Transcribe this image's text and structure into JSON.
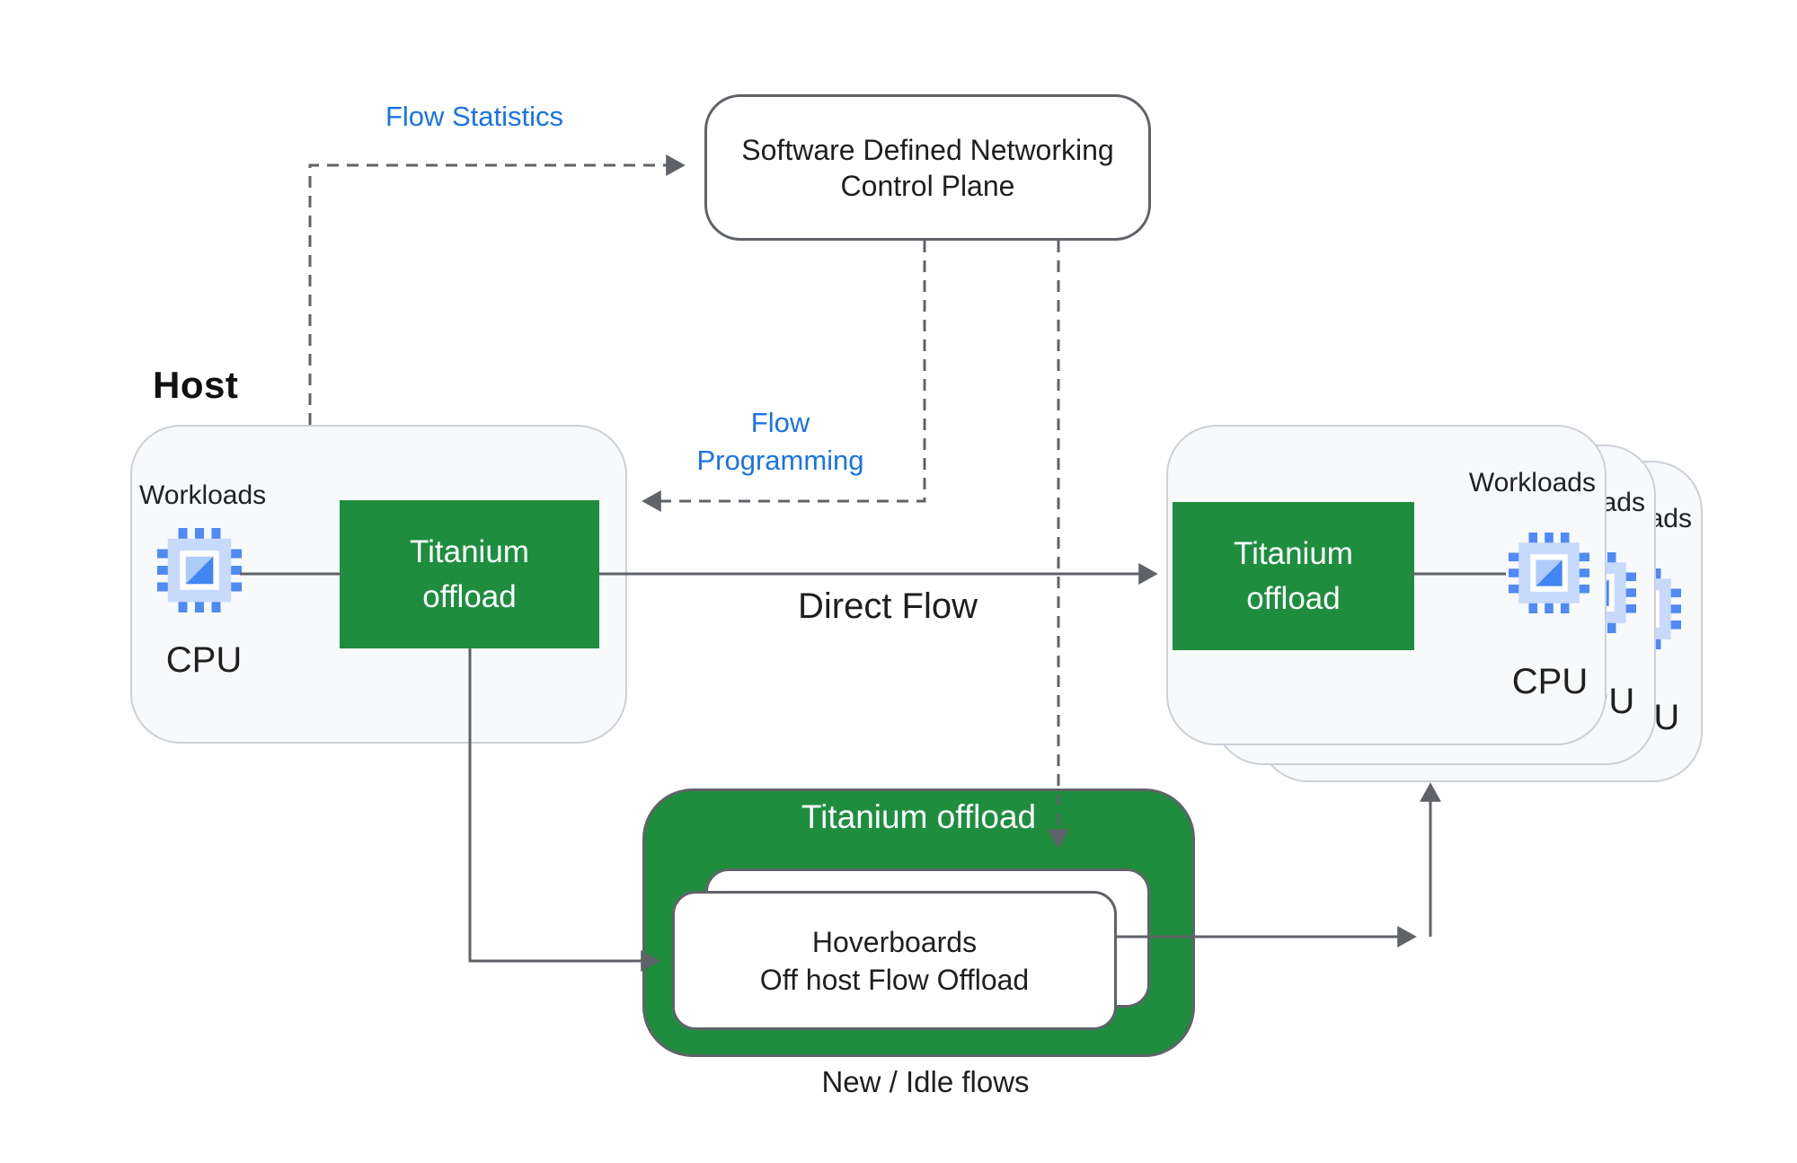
{
  "sdn": {
    "line1": "Software Defined Networking",
    "line2": "Control Plane"
  },
  "labels": {
    "flow_statistics": "Flow Statistics",
    "flow_programming": [
      "Flow",
      "Programming"
    ],
    "direct_flow": "Direct Flow",
    "new_idle_flows": "New / Idle flows"
  },
  "host_left": {
    "title": "Host",
    "workloads": "Workloads",
    "cpu": "CPU",
    "offload": [
      "Titanium",
      "offload"
    ]
  },
  "host_right": {
    "workloads": "Workloads",
    "cpu": "CPU",
    "offload": [
      "Titanium",
      "offload"
    ]
  },
  "offload_appliance": {
    "title": "Titanium offload",
    "box_line1": "Hoverboards",
    "box_line2": "Off host Flow Offload"
  },
  "icons": {
    "cpu_chip": "compute-cpu-chip-icon"
  },
  "colors": {
    "green": "#1e8e3e",
    "label_blue": "#1a73e8",
    "line_gray": "#5f6368",
    "card_bg": "#f7f9fa",
    "card_border": "#ccd1d7"
  }
}
